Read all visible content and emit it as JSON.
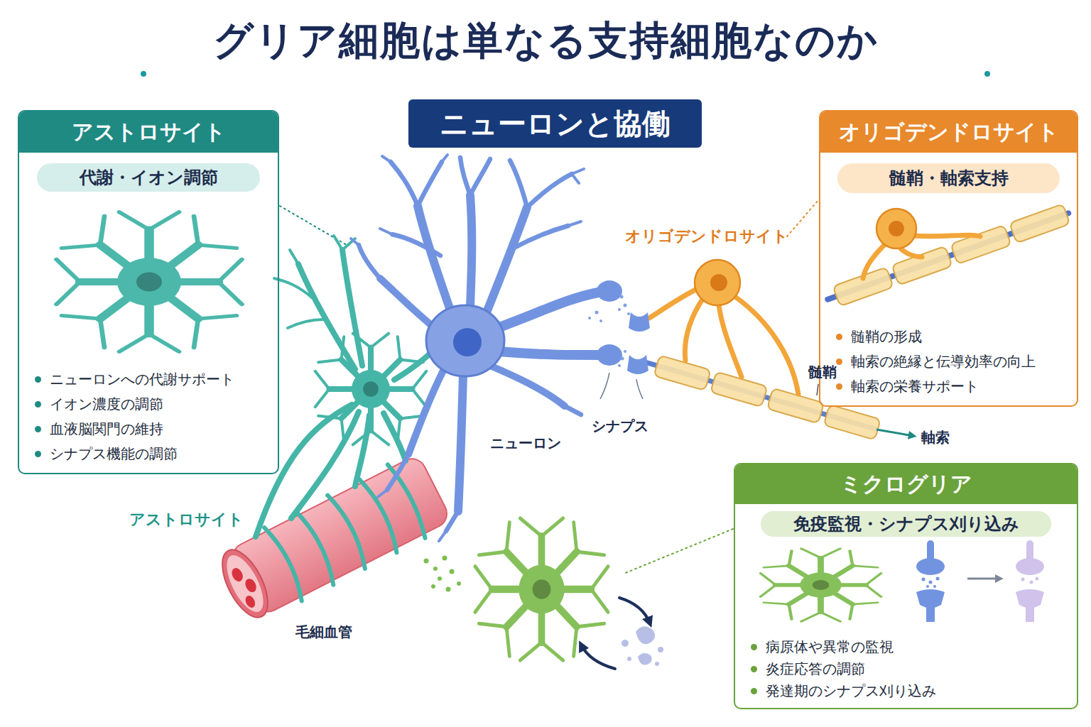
{
  "diagram": {
    "title": "グリア細胞は単なる支持細胞なのか",
    "nodes": [
      {
        "text": [
          "アストロサイト",
          "ニューロンへの代謝サポート",
          "イオン濃度の調節",
          "血液脳関門の維持",
          "シナプス機能の調節"
        ]
      },
      {
        "text": [
          "代謝・イオン調節"
        ],
        "in": 0
      },
      {
        "text": [
          "ニューロンと協働"
        ]
      },
      {
        "text": [
          "オリゴデンドロサイト",
          "髄鞘の形成",
          "軸索の絶縁と伝導効率の向上",
          "軸索の栄養サポート"
        ]
      },
      {
        "text": [
          "髄鞘・軸索支持"
        ],
        "in": 3
      },
      {
        "text": [
          "ミクログリア",
          "病原体や異常の監視",
          "炎症応答の調節",
          "発達期のシナプス刈り込み"
        ]
      },
      {
        "text": [
          "免疫監視・シナプス刈り込み"
        ],
        "in": 5
      }
    ],
    "labels": [
      "オリゴデンドロサイト",
      "髄鞘",
      "シナプス",
      "ニューロン",
      "軸索",
      "アストロサイト",
      "毛細血管"
    ]
  }
}
